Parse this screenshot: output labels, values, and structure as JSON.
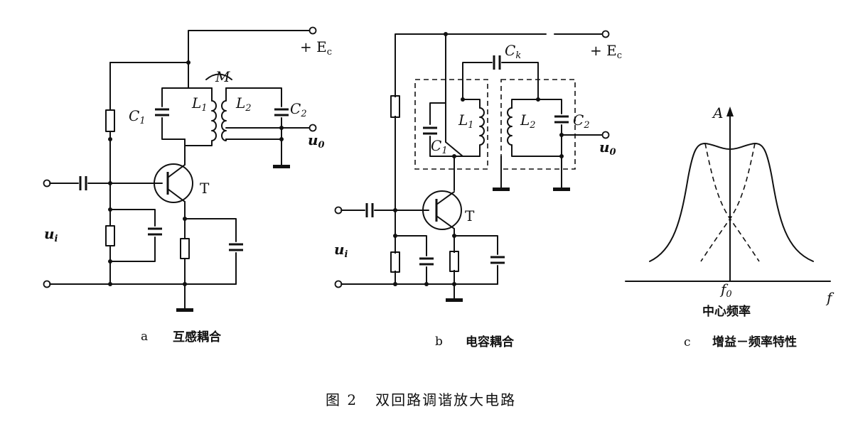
{
  "figure_caption": "图 2   双回路调谐放大电路",
  "panels": {
    "a": {
      "letter": "a",
      "caption": "互感耦合",
      "labels": {
        "supply": "+ E",
        "supply_sub": "c",
        "mutual": "M",
        "L1": "L",
        "L1_sub": "1",
        "L2": "L",
        "L2_sub": "2",
        "C1": "C",
        "C1_sub": "1",
        "C2": "C",
        "C2_sub": "2",
        "transistor": "T",
        "input": "u",
        "input_sub": "i",
        "output": "u",
        "output_sub": "0"
      }
    },
    "b": {
      "letter": "b",
      "caption": "电容耦合",
      "labels": {
        "supply": "+ E",
        "supply_sub": "c",
        "Ck": "C",
        "Ck_sub": "k",
        "L1": "L",
        "L1_sub": "1",
        "L2": "L",
        "L2_sub": "2",
        "C1": "C",
        "C1_sub": "1",
        "C2": "C",
        "C2_sub": "2",
        "transistor": "T",
        "input": "u",
        "input_sub": "i",
        "output": "u",
        "output_sub": "0"
      }
    },
    "c": {
      "letter": "c",
      "caption": "增益－频率特性",
      "labels": {
        "y_axis": "A",
        "x_axis": "f",
        "center_freq": "f",
        "center_freq_sub": "0",
        "center_freq_text": "中心频率"
      }
    }
  }
}
